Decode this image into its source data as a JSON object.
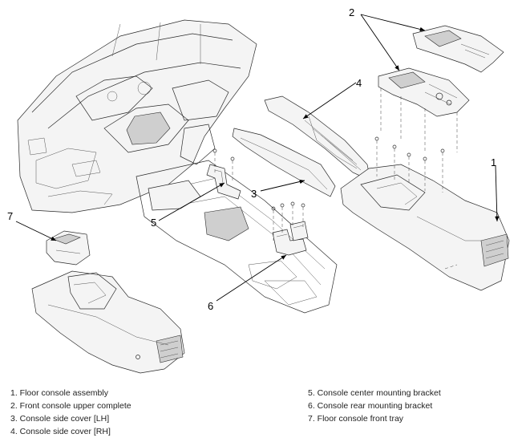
{
  "callouts": {
    "c1": "1",
    "c2": "2",
    "c3": "3",
    "c4": "4",
    "c5": "5",
    "c6": "6",
    "c7": "7"
  },
  "legend": {
    "item1": "1. Floor console assembly",
    "item2": "2. Front console upper complete",
    "item3": "3. Console side cover [LH]",
    "item4": "4. Console side cover [RH]",
    "item5": "5. Console center mounting bracket",
    "item6": "6. Console rear mounting bracket",
    "item7": "7. Floor console front tray"
  }
}
